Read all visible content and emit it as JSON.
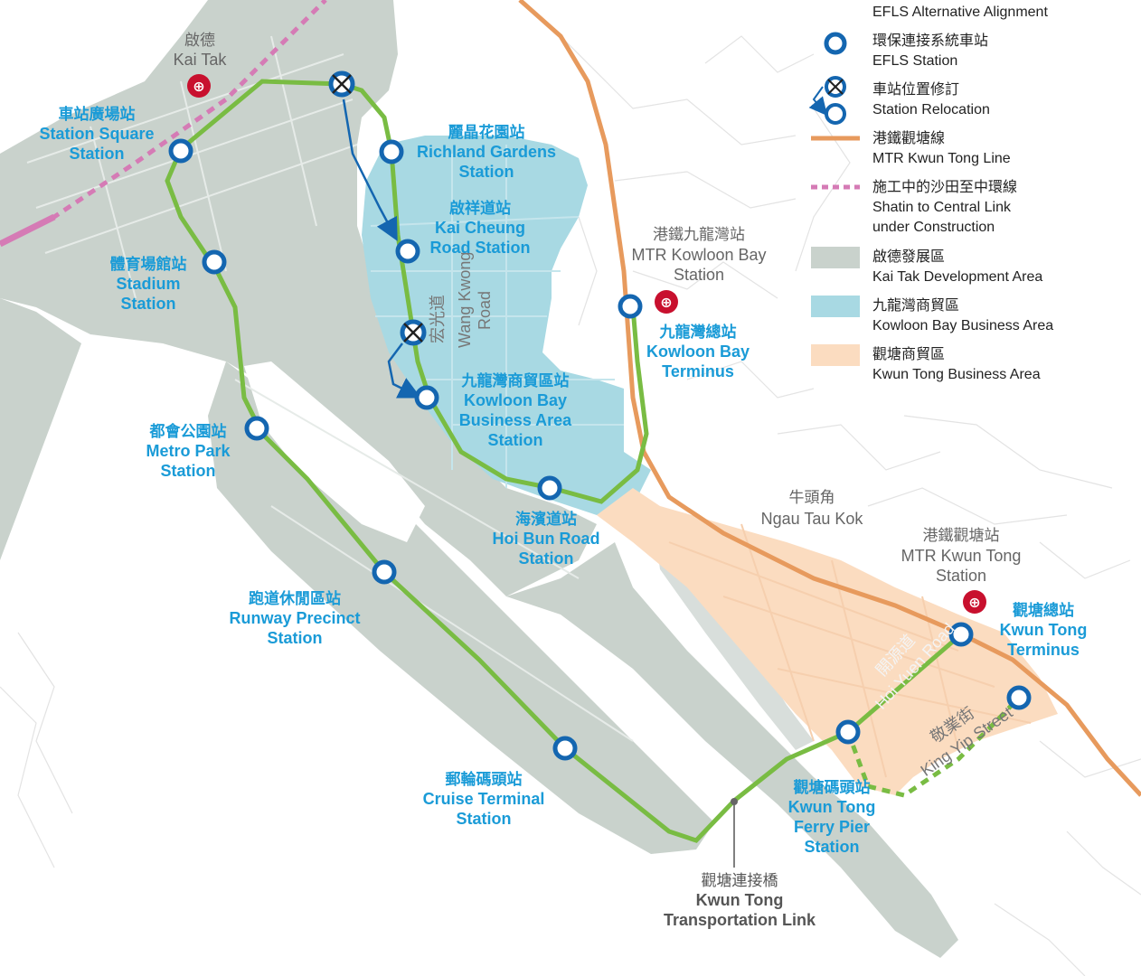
{
  "colors": {
    "kai_tak_area": "#c9d2cc",
    "kowloon_bay_area": "#a8d9e3",
    "kwun_tong_area": "#fbdcc0",
    "efls_line": "#79bc43",
    "station_ring": "#1466b0",
    "kwun_tong_line": "#e79a5d",
    "scl_line": "#d57bb5",
    "relocation_arrow": "#1466b0",
    "label_blue": "#1a9bd7"
  },
  "legend": {
    "alt_alignment": "EFLS Alternative Alignment",
    "station_cn": "環保連接系統車站",
    "station_en": "EFLS Station",
    "relocation_cn": "車站位置修訂",
    "relocation_en": "Station Relocation",
    "ktl_cn": "港鐵觀塘線",
    "ktl_en": "MTR Kwun Tong Line",
    "scl_cn": "施工中的沙田至中環線",
    "scl_en1": "Shatin to Central Link",
    "scl_en2": "under Construction",
    "kaitak_cn": "啟德發展區",
    "kaitak_en": "Kai Tak Development Area",
    "kb_cn": "九龍灣商貿區",
    "kb_en": "Kowloon Bay Business Area",
    "kt_cn": "觀塘商貿區",
    "kt_en": "Kwun Tong Business Area"
  },
  "places": {
    "kaitak_cn": "啟德",
    "kaitak_en": "Kai Tak",
    "ngautaukok_cn": "牛頭角",
    "ngautaukok_en": "Ngau Tau Kok",
    "mtr_kb_cn": "港鐵九龍灣站",
    "mtr_kb_en1": "MTR Kowloon Bay",
    "mtr_kb_en2": "Station",
    "mtr_kt_cn": "港鐵觀塘站",
    "mtr_kt_en1": "MTR Kwun Tong",
    "mtr_kt_en2": "Station"
  },
  "roads": {
    "wang_kwong_cn": "宏光道",
    "wang_kwong_en1": "Wang Kwong",
    "wang_kwong_en2": "Road",
    "hoi_yuen_cn": "開源道",
    "hoi_yuen_en": "Hoi Yuen Road",
    "king_yip_cn": "敬業街",
    "king_yip_en": "King Yip Street"
  },
  "link": {
    "cn": "觀塘連接橋",
    "en1": "Kwun Tong",
    "en2": "Transportation Link"
  },
  "stations": {
    "station_square": {
      "cn": "車站廣場站",
      "en1": "Station Square",
      "en2": "Station"
    },
    "richland": {
      "cn": "麗晶花園站",
      "en1": "Richland Gardens",
      "en2": "Station"
    },
    "kai_cheung": {
      "cn": "啟祥道站",
      "en1": "Kai Cheung",
      "en2": "Road Station"
    },
    "stadium": {
      "cn": "體育場館站",
      "en1": "Stadium",
      "en2": "Station"
    },
    "kb_terminus": {
      "cn": "九龍灣總站",
      "en1": "Kowloon Bay",
      "en2": "Terminus"
    },
    "kb_business": {
      "cn": "九龍灣商貿區站",
      "en1": "Kowloon Bay",
      "en2": "Business Area",
      "en3": "Station"
    },
    "metro_park": {
      "cn": "都會公園站",
      "en1": "Metro Park",
      "en2": "Station"
    },
    "hoi_bun": {
      "cn": "海濱道站",
      "en1": "Hoi Bun Road",
      "en2": "Station"
    },
    "runway": {
      "cn": "跑道休閒區站",
      "en1": "Runway Precinct",
      "en2": "Station"
    },
    "kt_terminus": {
      "cn": "觀塘總站",
      "en1": "Kwun Tong",
      "en2": "Terminus"
    },
    "cruise": {
      "cn": "郵輪碼頭站",
      "en1": "Cruise Terminal",
      "en2": "Station"
    },
    "kt_ferry": {
      "cn": "觀塘碼頭站",
      "en1": "Kwun Tong",
      "en2": "Ferry Pier",
      "en3": "Station"
    }
  }
}
